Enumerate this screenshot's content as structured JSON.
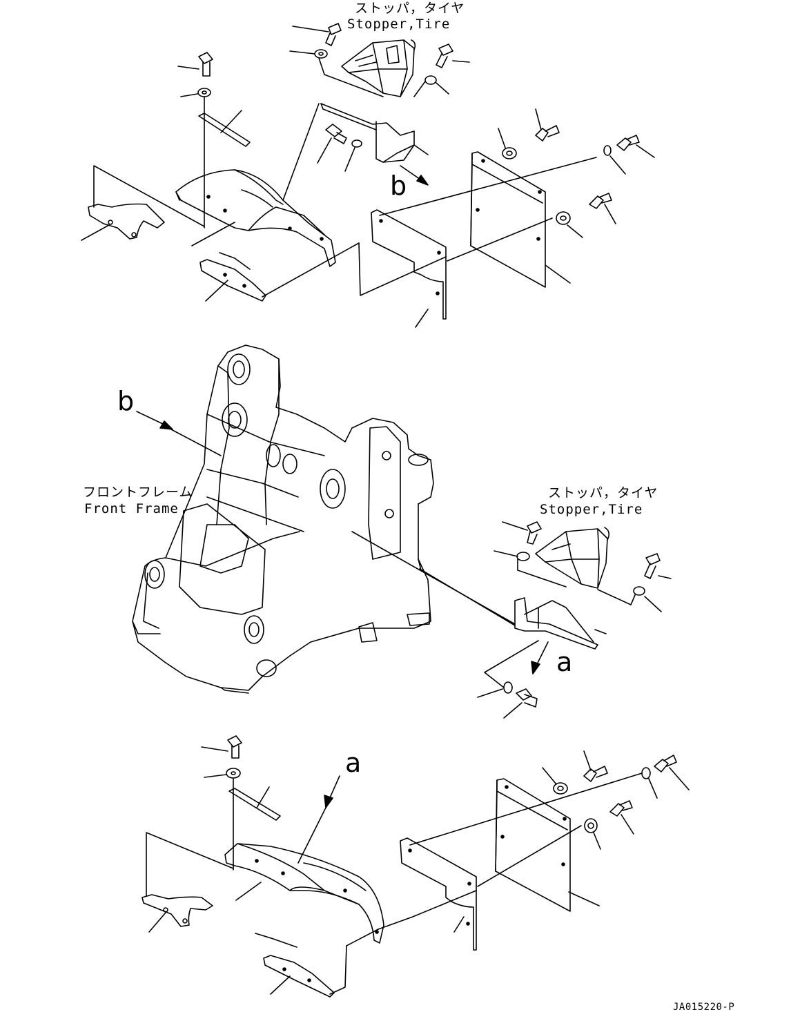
{
  "labels": {
    "stopper_jp": "ストッパ，タイヤ",
    "stopper_en": "Stopper,Tire",
    "front_frame_jp": "フロントフレーム",
    "front_frame_en": "Front Frame",
    "view_a": "a",
    "view_b": "b",
    "drawing_code": "JA015220-P"
  },
  "colors": {
    "line": "#000000",
    "background": "#ffffff"
  }
}
